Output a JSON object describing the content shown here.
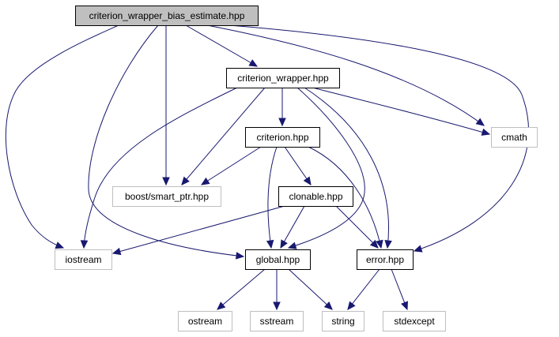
{
  "colors": {
    "edge": "#191970",
    "root_fill": "#bfbfbf",
    "root_border": "#000000",
    "local_border": "#000000",
    "external_border": "#bfbfbf",
    "fill": "#ffffff"
  },
  "nodes": [
    {
      "id": "root",
      "label": "criterion_wrapper_bias_estimate.hpp",
      "kind": "root"
    },
    {
      "id": "cw",
      "label": "criterion_wrapper.hpp",
      "kind": "local"
    },
    {
      "id": "crit",
      "label": "criterion.hpp",
      "kind": "local"
    },
    {
      "id": "cmath",
      "label": "cmath",
      "kind": "external"
    },
    {
      "id": "boost",
      "label": "boost/smart_ptr.hpp",
      "kind": "external"
    },
    {
      "id": "clon",
      "label": "clonable.hpp",
      "kind": "local"
    },
    {
      "id": "iostream",
      "label": "iostream",
      "kind": "external"
    },
    {
      "id": "global",
      "label": "global.hpp",
      "kind": "local"
    },
    {
      "id": "error",
      "label": "error.hpp",
      "kind": "local"
    },
    {
      "id": "ostream",
      "label": "ostream",
      "kind": "external"
    },
    {
      "id": "sstream",
      "label": "sstream",
      "kind": "external"
    },
    {
      "id": "string",
      "label": "string",
      "kind": "external"
    },
    {
      "id": "stdexcept",
      "label": "stdexcept",
      "kind": "external"
    }
  ],
  "edges": [
    {
      "from": "root",
      "to": "iostream"
    },
    {
      "from": "root",
      "to": "global"
    },
    {
      "from": "root",
      "to": "boost"
    },
    {
      "from": "root",
      "to": "cw"
    },
    {
      "from": "root",
      "to": "cmath"
    },
    {
      "from": "root",
      "to": "error"
    },
    {
      "from": "cw",
      "to": "iostream"
    },
    {
      "from": "cw",
      "to": "boost"
    },
    {
      "from": "cw",
      "to": "crit"
    },
    {
      "from": "cw",
      "to": "global"
    },
    {
      "from": "cw",
      "to": "error"
    },
    {
      "from": "cw",
      "to": "cmath"
    },
    {
      "from": "crit",
      "to": "boost"
    },
    {
      "from": "crit",
      "to": "clon"
    },
    {
      "from": "crit",
      "to": "global"
    },
    {
      "from": "crit",
      "to": "error"
    },
    {
      "from": "clon",
      "to": "iostream"
    },
    {
      "from": "clon",
      "to": "global"
    },
    {
      "from": "clon",
      "to": "error"
    },
    {
      "from": "global",
      "to": "ostream"
    },
    {
      "from": "global",
      "to": "sstream"
    },
    {
      "from": "global",
      "to": "string"
    },
    {
      "from": "error",
      "to": "string"
    },
    {
      "from": "error",
      "to": "stdexcept"
    }
  ]
}
